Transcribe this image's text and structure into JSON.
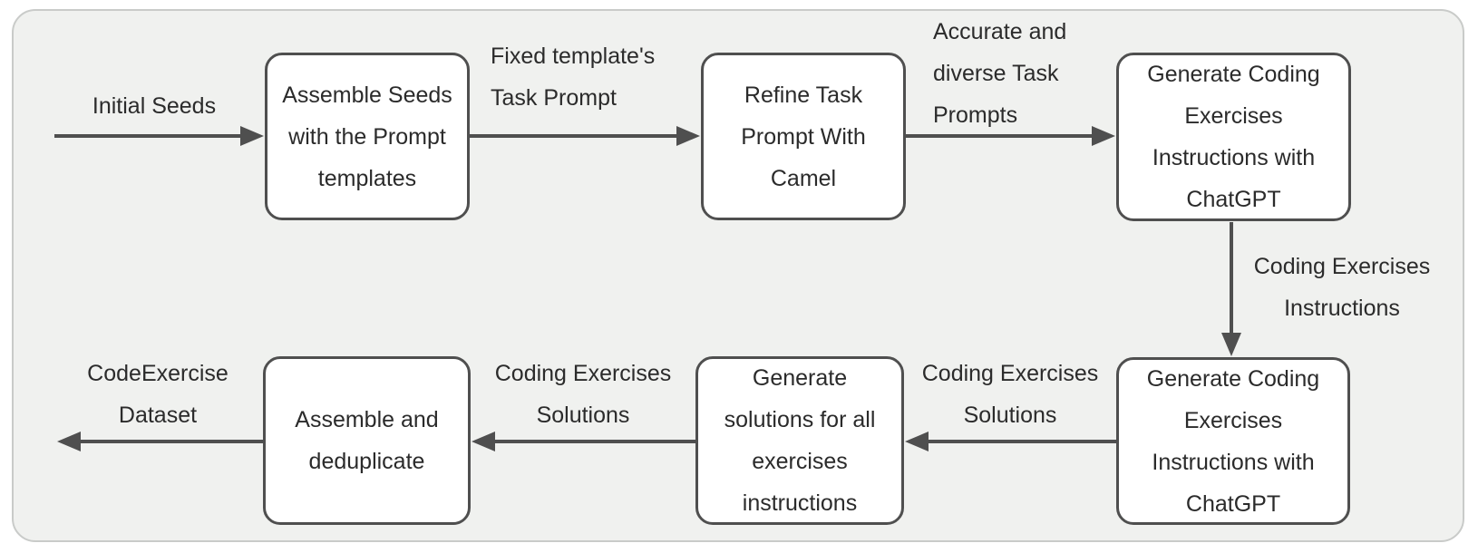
{
  "diagram": {
    "type": "flowchart",
    "description": "Pipeline for creating the CodeExercise dataset of coding exercises with ChatGPT"
  },
  "colors": {
    "page_bg": "#ffffff",
    "canvas_bg": "#f0f1ef",
    "canvas_border": "#c9cbc9",
    "node_fill": "#ffffff",
    "node_border": "#4f4f4f",
    "arrow": "#4f4f4f",
    "text": "#2b2b2b"
  },
  "nodes": [
    {
      "id": "assemble-seeds",
      "label": "Assemble Seeds\nwith the Prompt\ntemplates"
    },
    {
      "id": "refine-task-prompt",
      "label": "Refine Task\nPrompt With\nCamel"
    },
    {
      "id": "generate-coding-exercises-instructions-top",
      "label": "Generate Coding\nExercises\nInstructions with\nChatGPT"
    },
    {
      "id": "generate-coding-exercises-instructions-bottom",
      "label": "Generate Coding\nExercises\nInstructions with\nChatGPT"
    },
    {
      "id": "generate-solutions",
      "label": "Generate\nsolutions for all\nexercises\ninstructions"
    },
    {
      "id": "assemble-and-deduplicate",
      "label": "Assemble and\ndeduplicate"
    }
  ],
  "edges": [
    {
      "id": "initial-seeds",
      "label": "Initial Seeds",
      "from": "start",
      "to": "assemble-seeds",
      "direction": "right"
    },
    {
      "id": "fixed-template-task-prompt",
      "label": "Fixed template's\nTask Prompt",
      "from": "assemble-seeds",
      "to": "refine-task-prompt",
      "direction": "right"
    },
    {
      "id": "accurate-diverse-task-prompts",
      "label": "Accurate and\ndiverse Task\nPrompts",
      "from": "refine-task-prompt",
      "to": "generate-coding-exercises-instructions-top",
      "direction": "right"
    },
    {
      "id": "coding-exercises-instructions",
      "label": "Coding Exercises\nInstructions",
      "from": "generate-coding-exercises-instructions-top",
      "to": "generate-coding-exercises-instructions-bottom",
      "direction": "down"
    },
    {
      "id": "coding-exercises-solutions-right",
      "label": "Coding Exercises\nSolutions",
      "from": "generate-coding-exercises-instructions-bottom",
      "to": "generate-solutions",
      "direction": "left"
    },
    {
      "id": "coding-exercises-solutions-left",
      "label": "Coding Exercises\nSolutions",
      "from": "generate-solutions",
      "to": "assemble-and-deduplicate",
      "direction": "left"
    },
    {
      "id": "codeexercise-dataset",
      "label": "CodeExercise\nDataset",
      "from": "assemble-and-deduplicate",
      "to": "end",
      "direction": "left"
    }
  ]
}
